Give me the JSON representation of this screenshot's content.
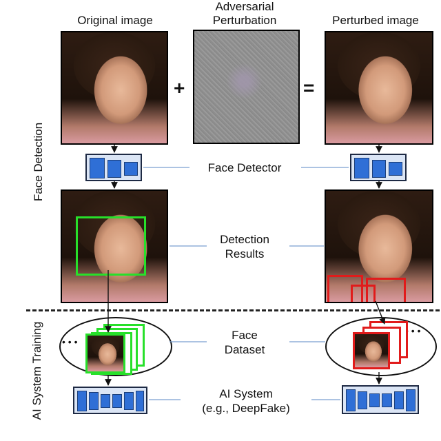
{
  "headers": {
    "original": "Original image",
    "perturbation_line1": "Adversarial",
    "perturbation_line2": "Perturbation",
    "perturbed": "Perturbed image"
  },
  "operators": {
    "plus": "+",
    "equals": "="
  },
  "labels": {
    "face_detector": "Face Detector",
    "detection_line1": "Detection",
    "detection_line2": "Results",
    "dataset_line1": "Face",
    "dataset_line2": "Dataset",
    "ai_system_line1": "AI System",
    "ai_system_line2": "(e.g., DeepFake)"
  },
  "sections": {
    "face_detection": "Face Detection",
    "ai_training": "AI System Training"
  },
  "ellipsis": "• • •",
  "colors": {
    "detector_blue": "#2f6fd6",
    "box_green": "#27e02a",
    "box_red": "#e11b1b"
  }
}
